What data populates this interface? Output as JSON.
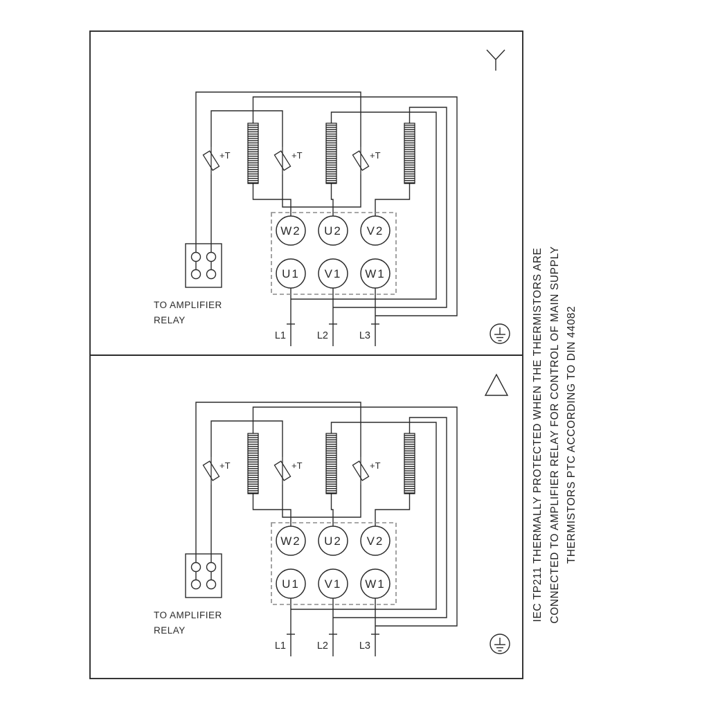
{
  "diagram": {
    "line_color": "#2b2b2b",
    "dashed_box_color": "#8a8a8a"
  },
  "sidebar": {
    "lines": [
      "IEC TP211 THERMALLY PROTECTED WHEN THE THERMISTORS ARE",
      "CONNECTED TO AMPLIFIER RELAY FOR CONTROL OF MAIN SUPPLY",
      "THERMISTORS PTC ACCORDING TO DIN 44082"
    ]
  },
  "labels": {
    "thermistor": "+T",
    "terminals_top": [
      "W2",
      "U2",
      "V2"
    ],
    "terminals_bottom": [
      "U1",
      "V1",
      "W1"
    ],
    "supply": [
      "L1",
      "L2",
      "L3"
    ],
    "relay_note_line1": "TO AMPLIFIER",
    "relay_note_line2": "RELAY"
  },
  "panels": [
    {
      "connection": "star",
      "symbol": "star-icon"
    },
    {
      "connection": "delta",
      "symbol": "delta-icon"
    }
  ]
}
